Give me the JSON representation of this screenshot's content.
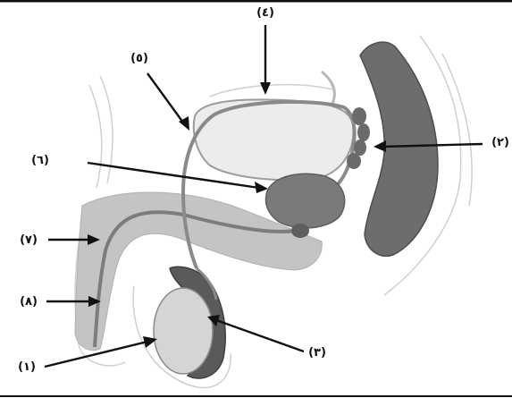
{
  "diagram": {
    "labels": {
      "l1": "(١)",
      "l2": "(٢)",
      "l3": "(٣)",
      "l4": "(٤)",
      "l5": "(٥)",
      "l6": "(٦)",
      "l7": "(٧)",
      "l8": "(٨)"
    },
    "colors": {
      "background": "#ffffff",
      "ink": "#111111",
      "body_outline": "#c8c8c8",
      "dark_tissue": "#6f6f6f",
      "medium_tissue": "#9a9a9a",
      "light_tissue": "#d8d8d8",
      "bladder_fill": "#ececec"
    }
  }
}
